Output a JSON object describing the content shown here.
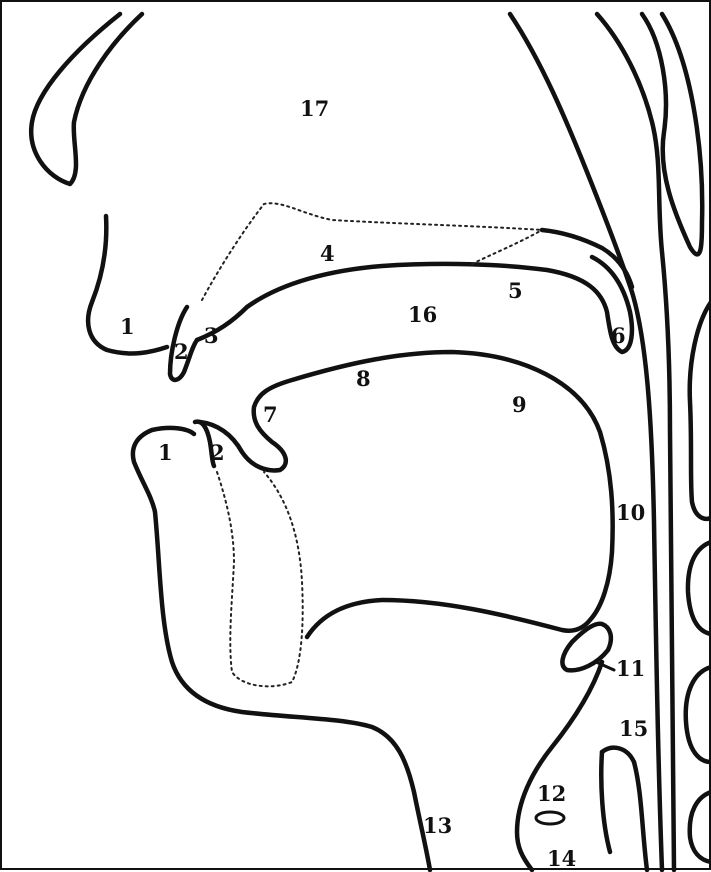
{
  "labels": {
    "upper_lip": "1",
    "upper_teeth": "2",
    "alveolar_ridge": "3",
    "hard_palate": "4",
    "soft_palate": "5",
    "uvula": "6",
    "tongue_tip": "7",
    "tongue_blade": "8",
    "tongue_back": "9",
    "tongue_root": "10",
    "epiglottis": "11",
    "vocal_folds": "12",
    "throat_front": "13",
    "larynx": "14",
    "pharynx_wall": "15",
    "oral_cavity": "16",
    "nasal_cavity": "17",
    "lower_lip": "1",
    "lower_teeth": "2"
  }
}
